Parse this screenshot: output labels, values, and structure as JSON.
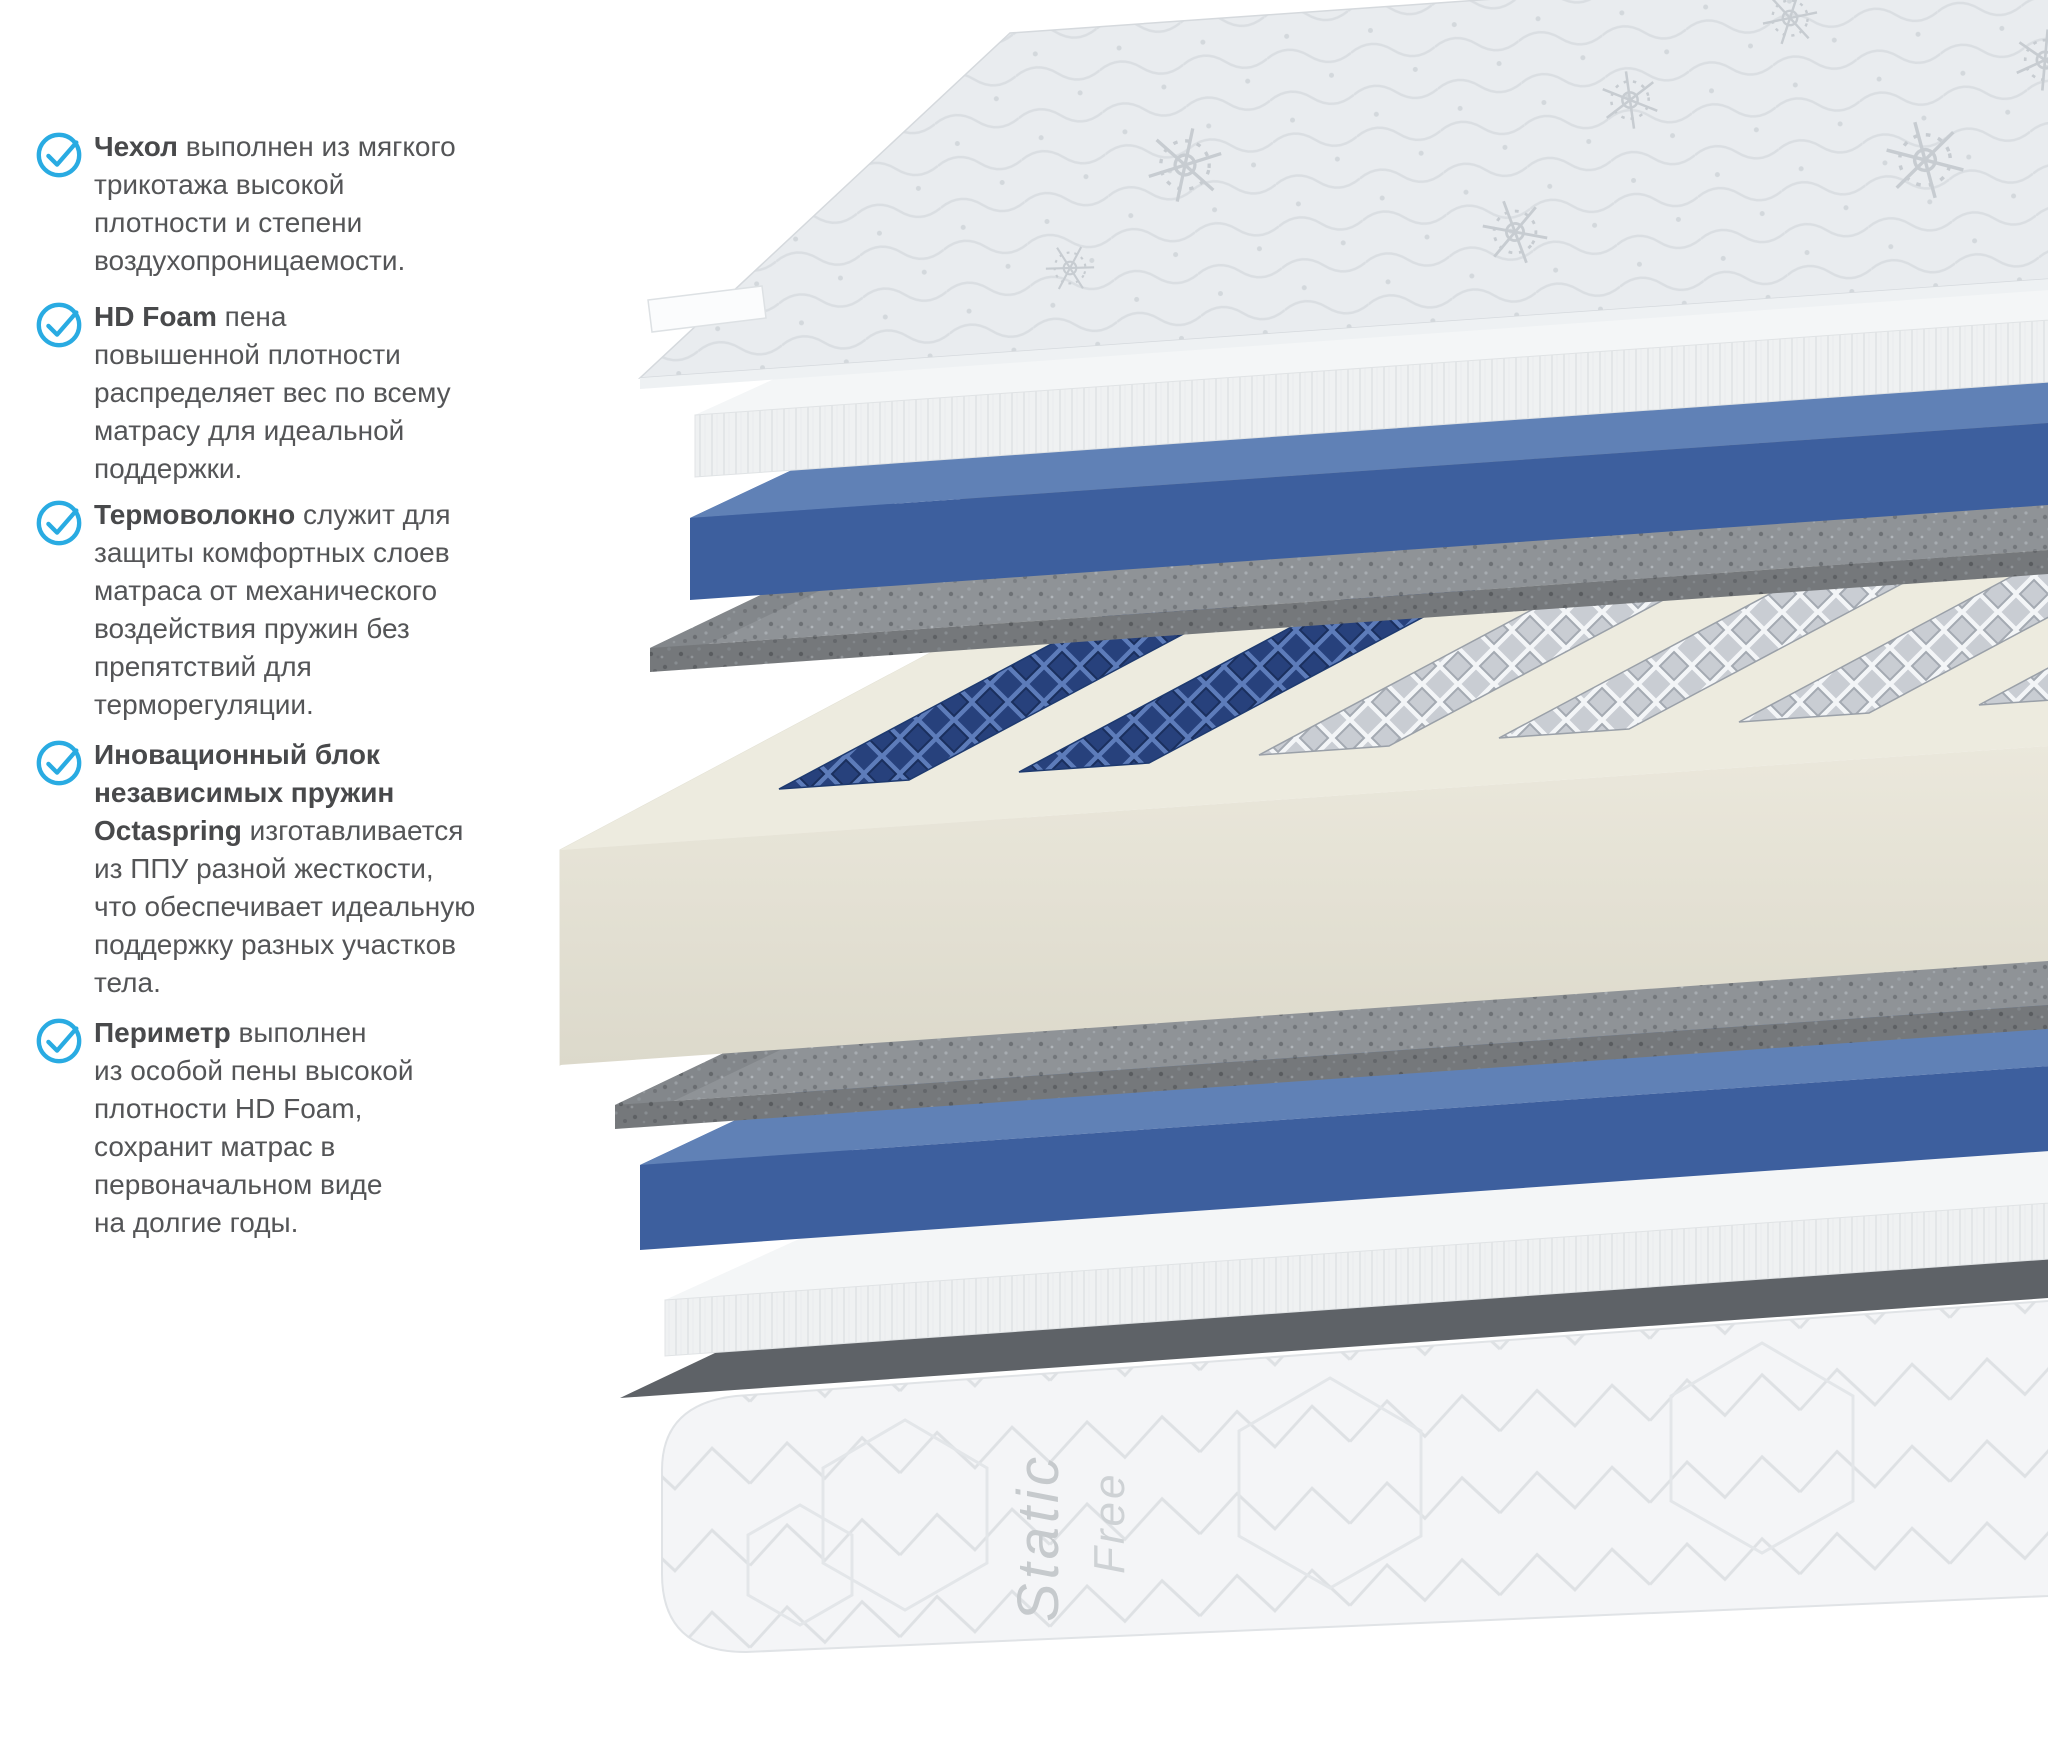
{
  "checklist": {
    "accent_color": "#29abe2",
    "text_color": "#545557",
    "icon_name": "check-circle-icon",
    "items": [
      {
        "lead": "Чехол",
        "rest": " выполнен из мягкого\nтрикотажа высокой\nплотности и степени\nвоздухопроницаемости."
      },
      {
        "lead": "HD Foam",
        "rest": " пена\nповышенной плотности\nраспределяет вес по всему\nматрасу для идеальной\nподдержки."
      },
      {
        "lead": "Термоволокно",
        "rest": " служит для\nзащиты комфортных слоев\nматраса от механического\nвоздействия пружин без\nпрепятствий для\nтерморегуляции."
      },
      {
        "lead": "Иновационный блок\nнезависимых пружин\nOctaspring",
        "rest": " изготавливается\nиз ППУ разной жесткости,\nчто обеспечивает идеальную\nподдержку разных участков\nтела."
      },
      {
        "lead": "Периметр",
        "rest": " выполнен\nиз особой пены высокой\nплотности HD Foam,\nсохранит матрас в\nпервоначальном виде\nна долгие годы."
      }
    ]
  },
  "illustration": {
    "label_line1": "Static",
    "label_line2": "Free",
    "colors": {
      "hd_foam_blue": "#3d5f9e",
      "spring_blue": "#27417c",
      "spring_white": "#c9cdd3",
      "thermofiber_gray": "#8f9397",
      "block_cream": "#edebdf",
      "cover_gray": "#e9ecef"
    }
  }
}
